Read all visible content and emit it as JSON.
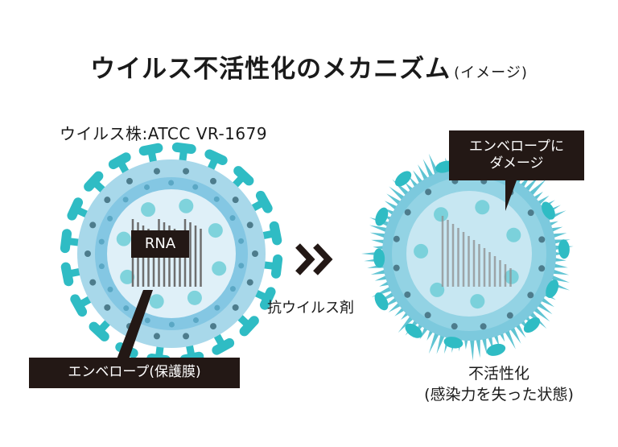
{
  "title": {
    "main": "ウイルス不活性化のメカニズム",
    "sub": "(イメージ)"
  },
  "strain": "ウイルス株:ATCC VR-1679",
  "labels": {
    "rna": "RNA",
    "envelope": "エンベロープ(保護膜)",
    "damage_line1": "エンベロープに",
    "damage_line2": "ダメージ",
    "antiviral": "抗ウイルス剤",
    "inactive_line1": "不活性化",
    "inactive_line2": "(感染力を失った状態)"
  },
  "colors": {
    "spike": "#2fbcc4",
    "outer": "#a8d8ea",
    "mid": "#78bfe0",
    "inner": "#d7ecf6",
    "dark": "#231815"
  }
}
